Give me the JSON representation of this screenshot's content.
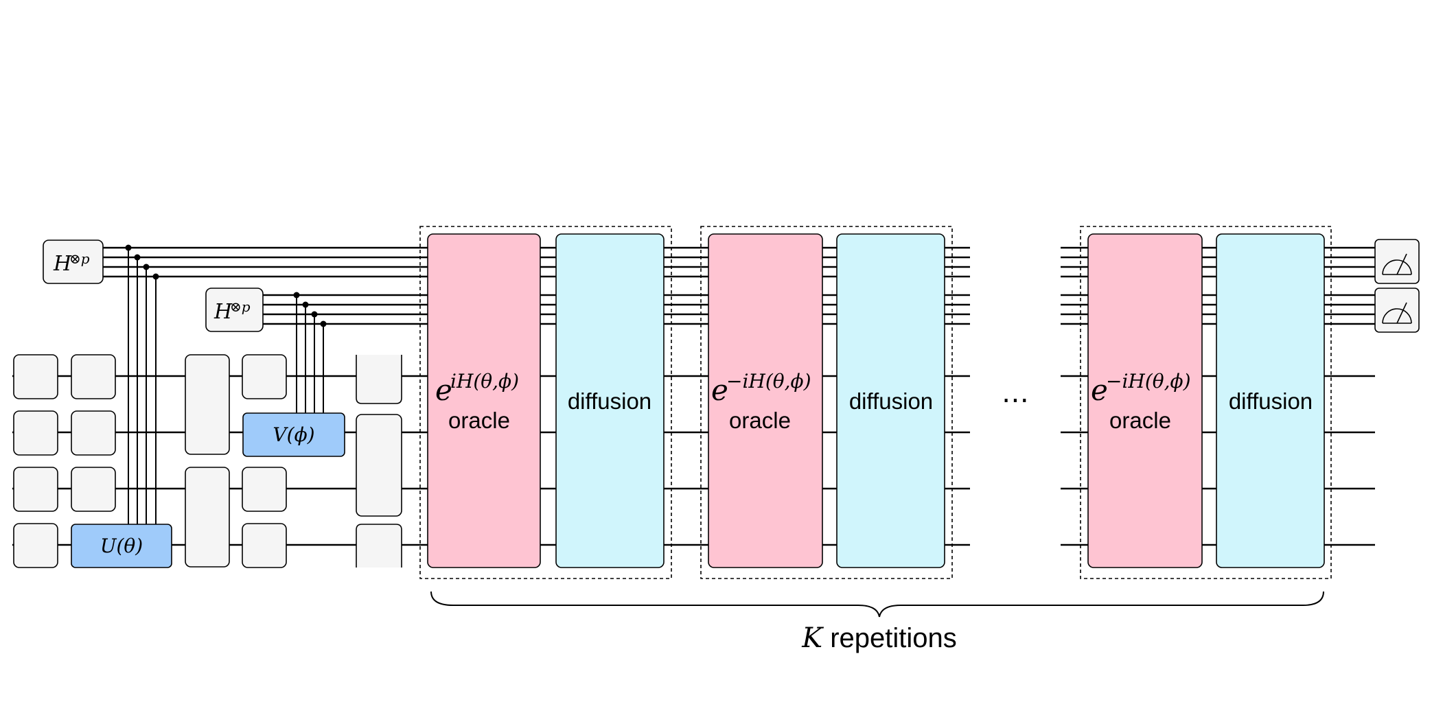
{
  "hadamard_label": {
    "base": "H",
    "sup": "⊗p"
  },
  "u_gate": "U(θ)",
  "v_gate": "V(ϕ)",
  "blocks": [
    {
      "exp_base": "e",
      "exp_sup": "iH(θ,ϕ)",
      "oracle": "oracle",
      "diffusion": "diffusion"
    },
    {
      "exp_base": "e",
      "exp_sup": "−iH(θ,ϕ)",
      "oracle": "oracle",
      "diffusion": "diffusion"
    },
    {
      "exp_base": "e",
      "exp_sup": "−iH(θ,ϕ)",
      "oracle": "oracle",
      "diffusion": "diffusion"
    }
  ],
  "ellipsis": "⋯",
  "repetitions": {
    "var": "K",
    "text": " repetitions"
  }
}
